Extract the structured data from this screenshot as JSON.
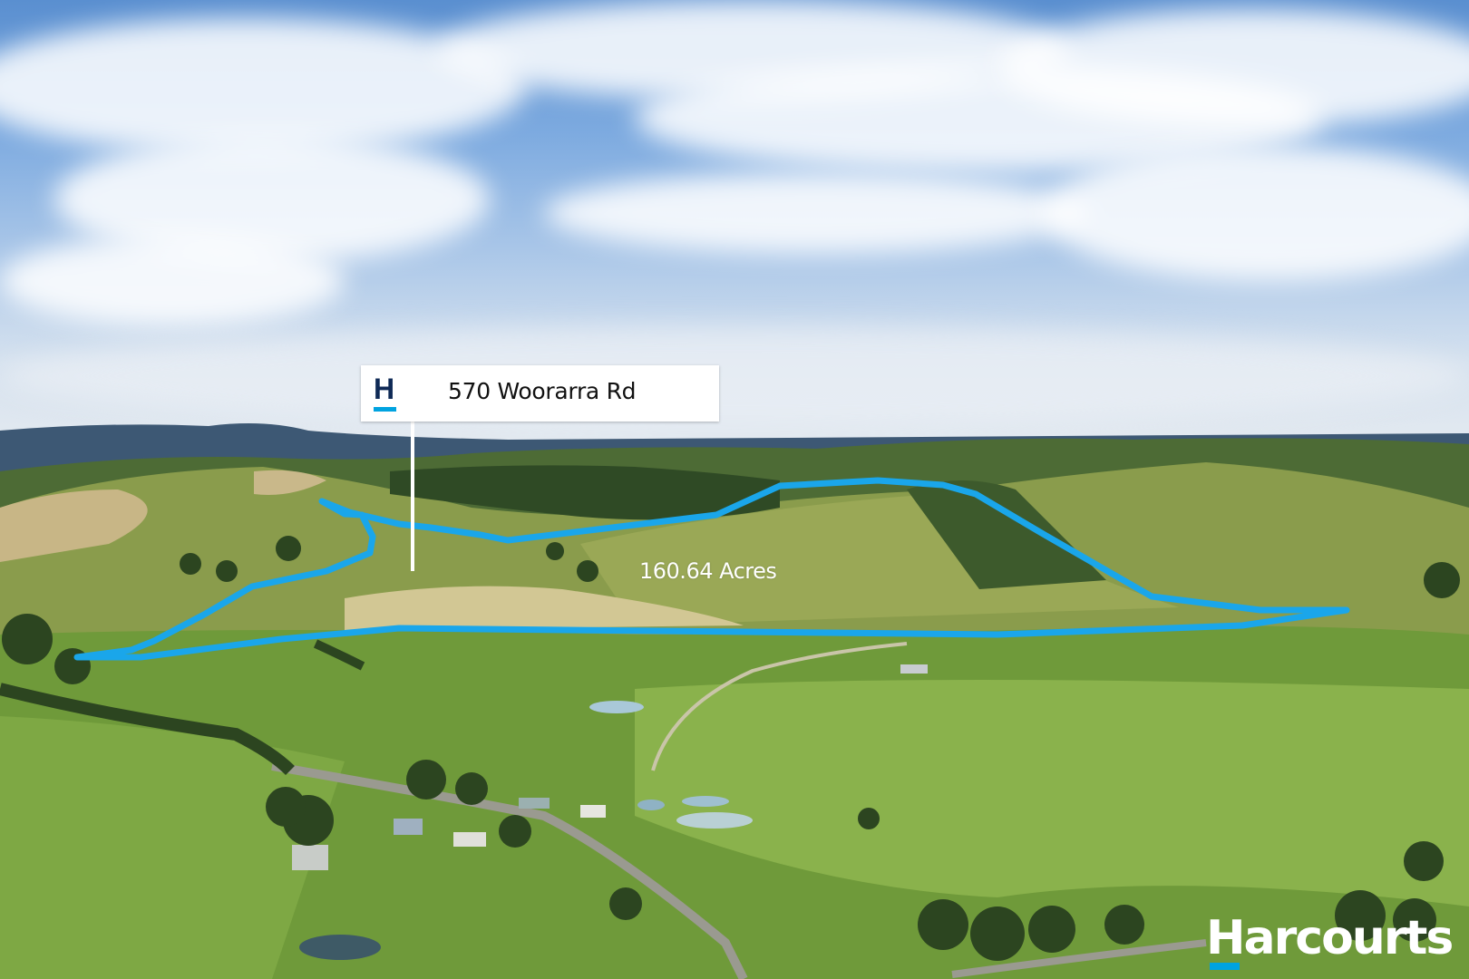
{
  "listing": {
    "address": "570 Woorarra Rd",
    "area": "160.64 Acres",
    "logo_letter": "H"
  },
  "brand": {
    "name": "Harcourts",
    "accent_color": "#00a3e0",
    "logo_color": "#0f2a56"
  },
  "overlay": {
    "boundary_color": "#1aa6ea",
    "label_background": "#ffffff"
  }
}
